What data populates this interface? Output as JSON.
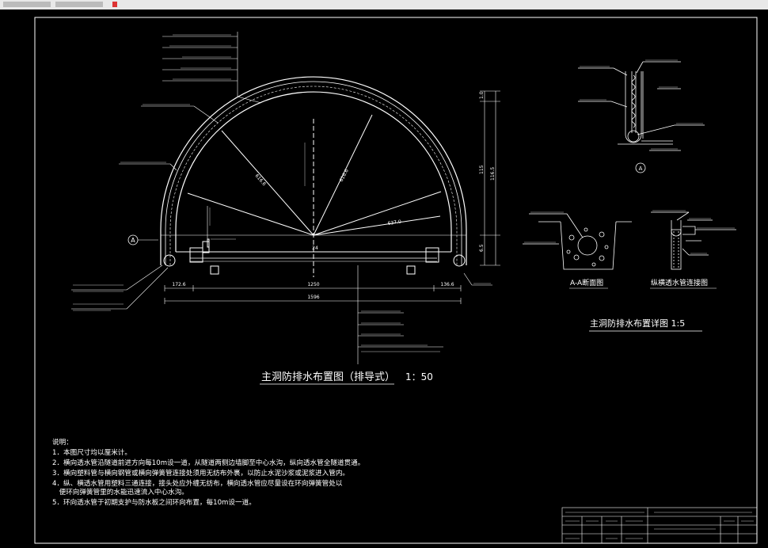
{
  "drawing": {
    "main_title": "主洞防排水布置图（排导式）",
    "main_scale": "1：50",
    "detail_title": "主洞防排水布置详图 1:5",
    "section_aa": "A-A断面图",
    "longitudinal_joint": "纵横透水管连接图",
    "dims": {
      "d1726": "172.6",
      "d1250": "1250",
      "d1366": "136.6",
      "d1596": "1596",
      "d24": "24",
      "r616a": "616.6",
      "r616b": "616.6",
      "r637": "637.0",
      "v1": "1.0",
      "v115": "115",
      "v116": "116.5",
      "v65": "6.5"
    },
    "circle_label": "A",
    "notes_header": "说明：",
    "notes": [
      "1．本图尺寸均以厘米计。",
      "2．横向透水管沿隧道前进方向每10m设一道，从隧道两侧边墙脚至中心水沟，纵向透水管全隧道贯通。",
      "3．横向塑料管与横向钢管或横向弹簧管连接处须用无纺布外裹，以防止水泥沙浆或泥浆进入管内。",
      "4．纵、横透水管用塑料三通连接，接头处应外缠无纺布，横向透水管应尽量设在环向弹簧管处以",
      "　便环向弹簧管里的水能迅速流入中心水沟。",
      "5．环向透水管于初期支护与防水板之间环向布置，每10m设一道。"
    ]
  }
}
